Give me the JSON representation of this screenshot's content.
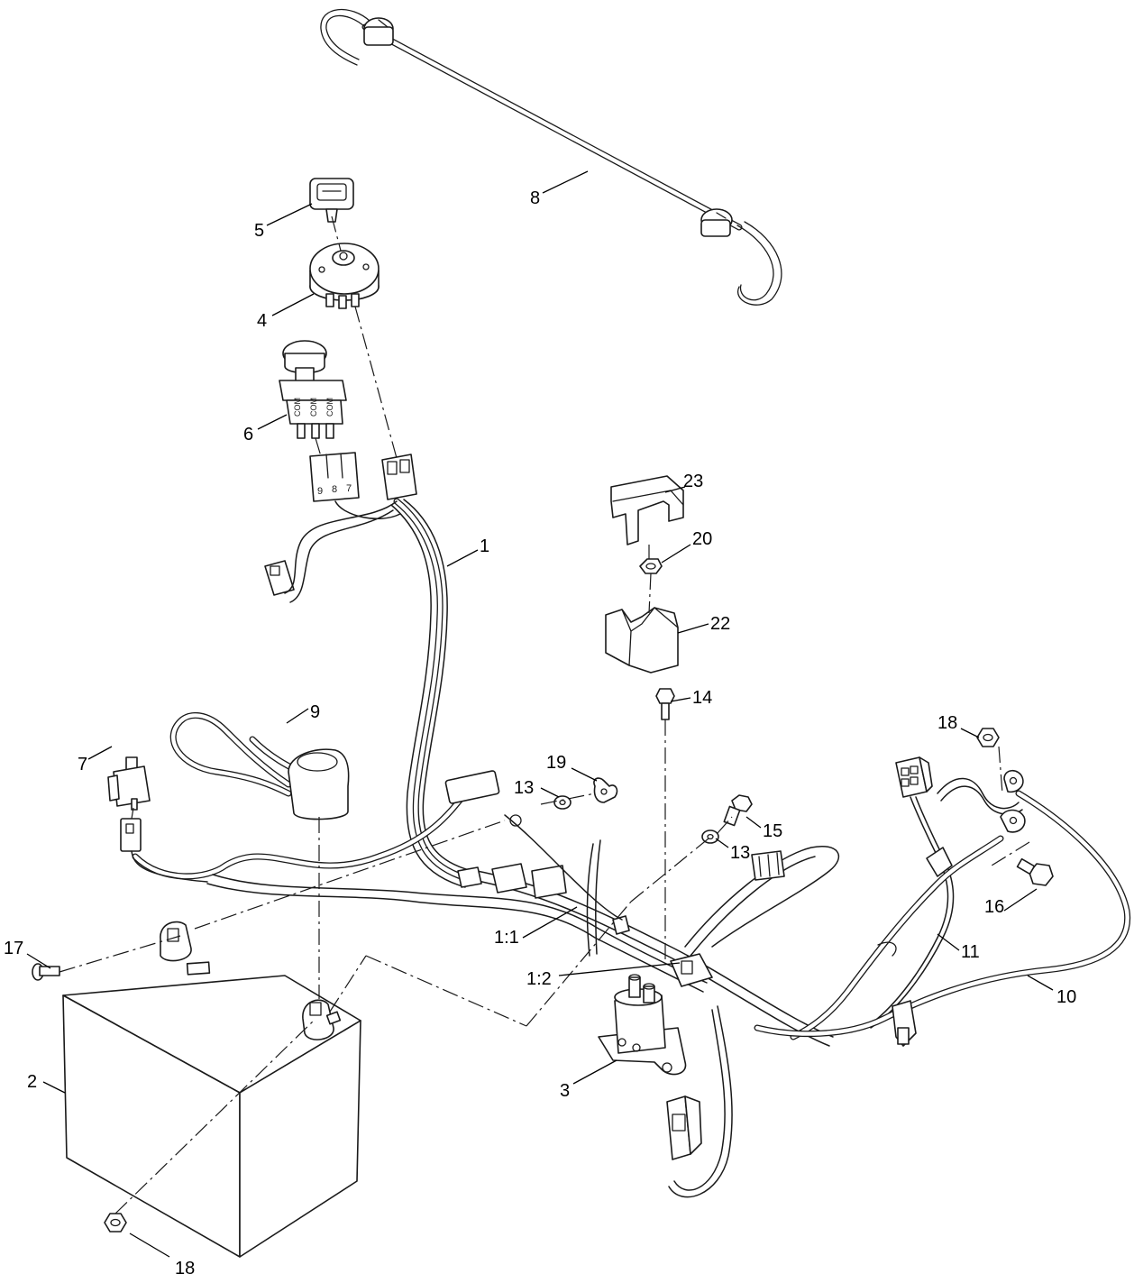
{
  "callouts": {
    "c1": "1",
    "c2": "2",
    "c3": "3",
    "c4": "4",
    "c5": "5",
    "c6": "6",
    "c7": "7",
    "c8": "8",
    "c9": "9",
    "c10": "10",
    "c11": "11",
    "c13a": "13",
    "c13b": "13",
    "c14": "14",
    "c15": "15",
    "c16": "16",
    "c17": "17",
    "c18a": "18",
    "c18b": "18",
    "c19": "19",
    "c20": "20",
    "c22": "22",
    "c23": "23",
    "c1_1": "1:1",
    "c1_2": "1:2"
  },
  "connector_pin_labels": {
    "p9": "9",
    "p8": "8",
    "p7": "7"
  }
}
